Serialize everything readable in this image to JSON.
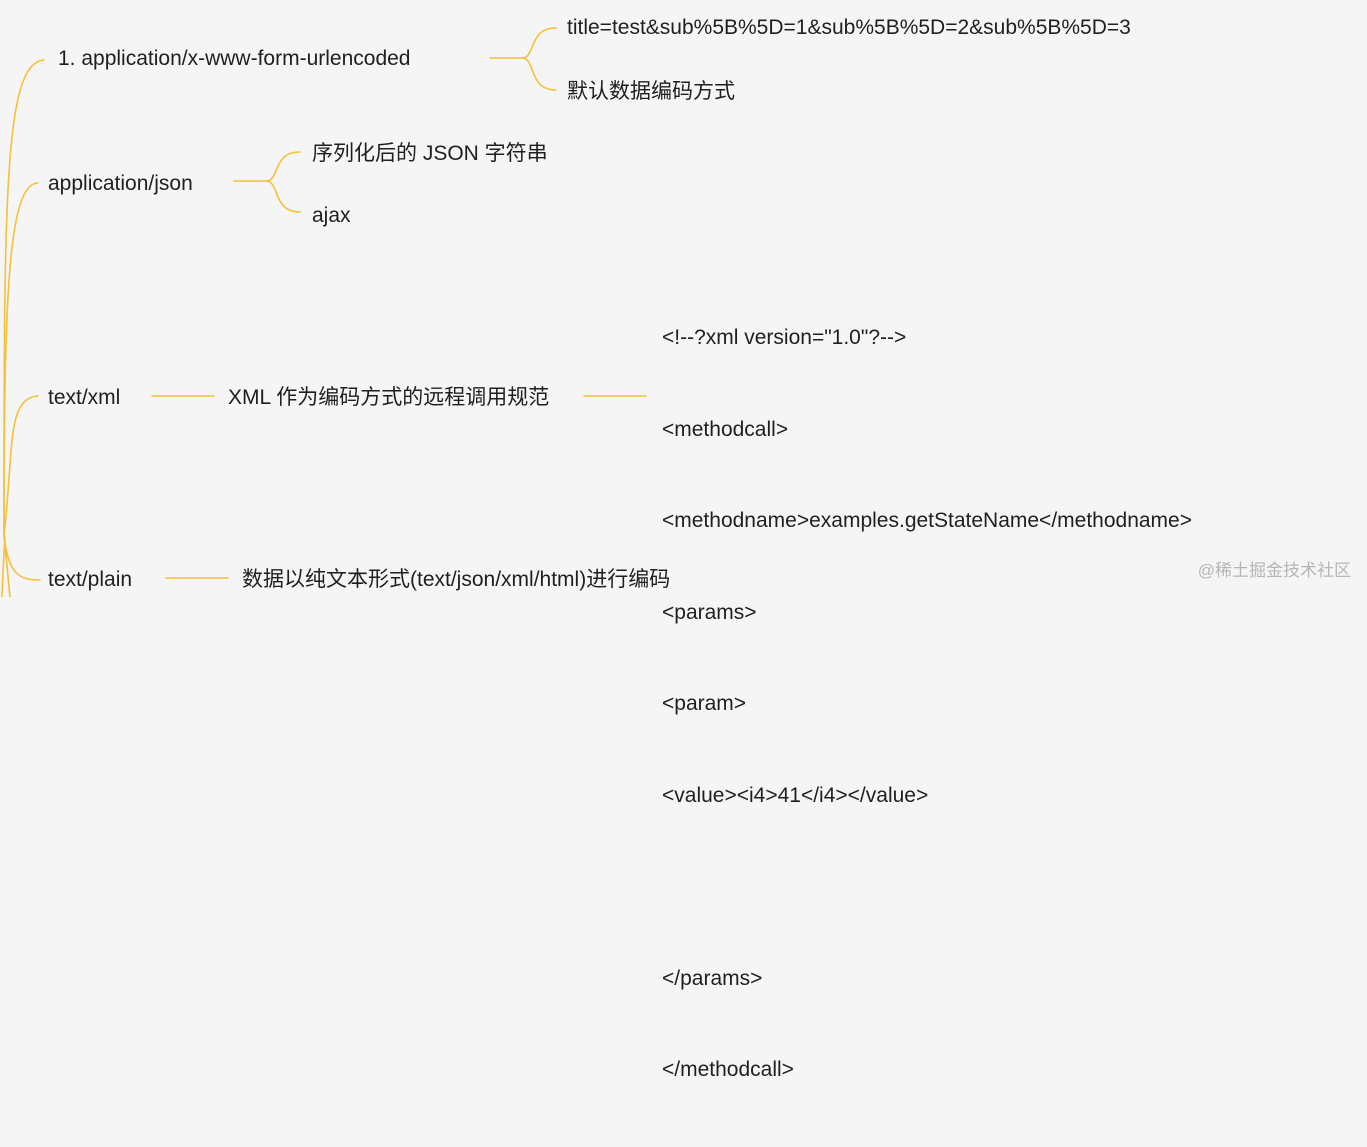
{
  "nodes": {
    "urlencoded": {
      "label": "1. application/x-www-form-urlencoded",
      "example": "title=test&sub%5B%5D=1&sub%5B%5D=2&sub%5B%5D=3",
      "note": "默认数据编码方式"
    },
    "json": {
      "label": "application/json",
      "note1": "序列化后的 JSON 字符串",
      "note2": "ajax"
    },
    "xml": {
      "label": "text/xml",
      "note": "XML 作为编码方式的远程调用规范",
      "example_lines": [
        "<!--?xml version=\"1.0\"?-->",
        "<methodcall>",
        "<methodname>examples.getStateName</methodname>",
        "<params>",
        "<param>",
        "<value><i4>41</i4></value>",
        "",
        "</params>",
        "</methodcall>"
      ]
    },
    "plain": {
      "label": "text/plain",
      "note": "数据以纯文本形式(text/json/xml/html)进行编码"
    }
  },
  "watermark": "@稀土掘金技术社区",
  "colors": {
    "connector": "#f5c03c",
    "background": "#f5f5f5",
    "text": "#1f1f1f",
    "watermark": "#b5b5b5"
  }
}
